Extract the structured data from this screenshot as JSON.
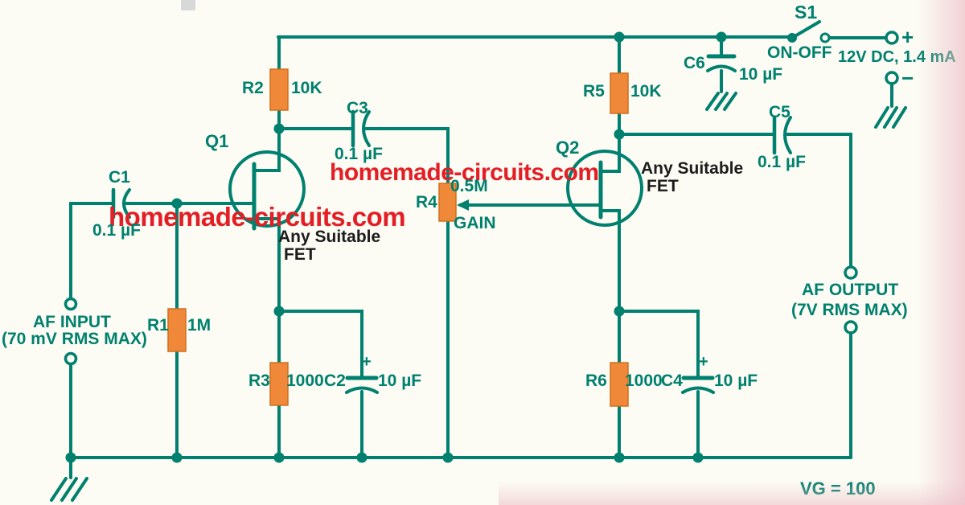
{
  "colors": {
    "wire": "#00806e",
    "resistor_body": "#f0883a",
    "watermark_red": "#e31e25",
    "note_text": "#1c1c1c",
    "background": "#fcfbf4"
  },
  "watermarks": {
    "upper": "homemade-circuits.com",
    "lower": "homemade-circuits.com"
  },
  "power": {
    "switch_ref": "S1",
    "switch_label": "ON-OFF",
    "supply": "12V DC, 1.4 mA",
    "plus": "+",
    "minus": "−"
  },
  "input": {
    "label": "AF INPUT",
    "spec": "(70 mV RMS MAX)"
  },
  "output": {
    "label": "AF OUTPUT",
    "spec": "(7V RMS MAX)"
  },
  "q1": {
    "ref": "Q1",
    "note1": "Any Suitable",
    "note2": "FET"
  },
  "q2": {
    "ref": "Q2",
    "note1": "Any Suitable",
    "note2": "FET"
  },
  "r1": {
    "ref": "R1",
    "value": "1M"
  },
  "r2": {
    "ref": "R2",
    "value": "10K"
  },
  "r3": {
    "ref": "R3",
    "value": "1000"
  },
  "r4": {
    "ref": "R4",
    "value": "0.5M",
    "control": "GAIN"
  },
  "r5": {
    "ref": "R5",
    "value": "10K"
  },
  "r6": {
    "ref": "R6",
    "value": "1000"
  },
  "c1": {
    "ref": "C1",
    "value": "0.1 µF"
  },
  "c2": {
    "ref": "C2",
    "value": "10 µF",
    "plus": "+"
  },
  "c3": {
    "ref": "C3",
    "value": "0.1 µF"
  },
  "c4": {
    "ref": "C4",
    "value": "10 µF",
    "plus": "+"
  },
  "c5": {
    "ref": "C5",
    "value": "0.1 µF"
  },
  "c6": {
    "ref": "C6",
    "value": "10 µF"
  },
  "note": {
    "vg": "VG = 100"
  }
}
